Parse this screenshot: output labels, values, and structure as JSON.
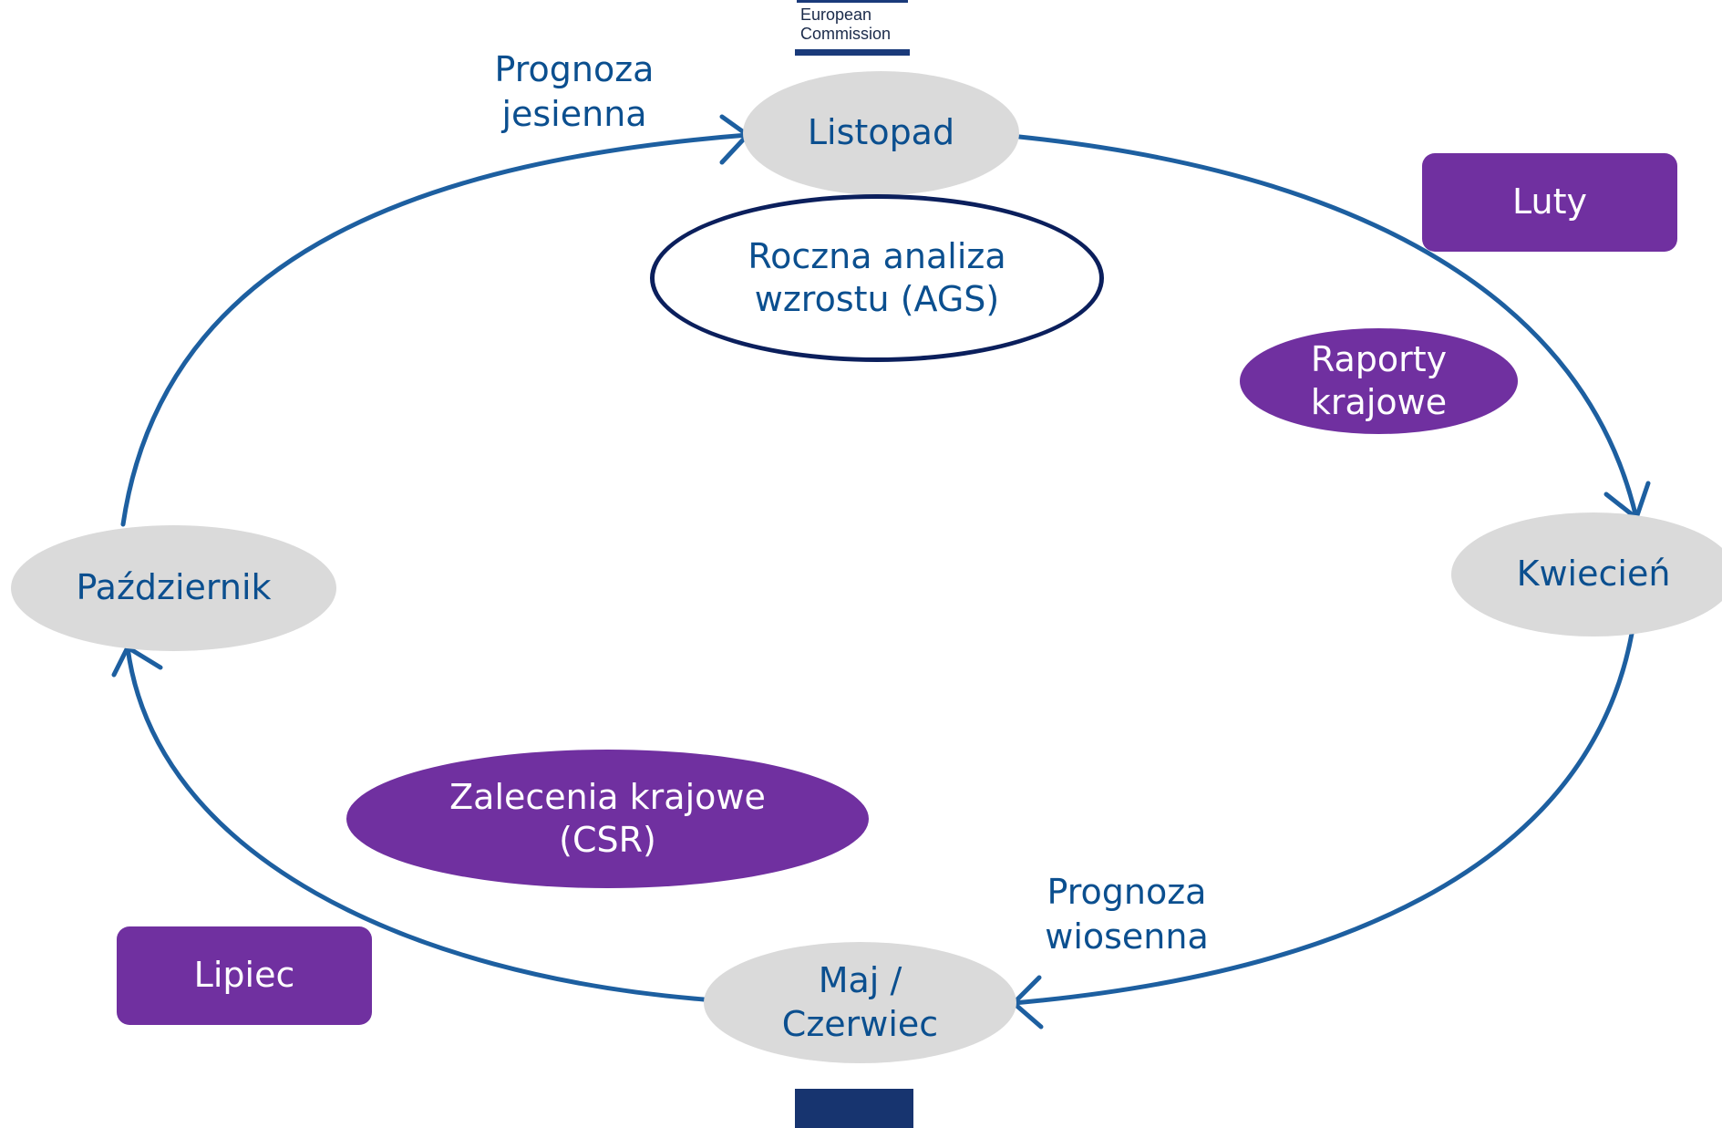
{
  "logo": {
    "line1": "European",
    "line2": "Commission"
  },
  "nodes": {
    "listopad": "Listopad",
    "kwiecien": "Kwiecień",
    "maj_czerwiec_line1": "Maj /",
    "maj_czerwiec_line2": "Czerwiec",
    "pazdziernik": "Październik"
  },
  "labels": {
    "autumn_line1": "Prognoza",
    "autumn_line2": "jesienna",
    "spring_line1": "Prognoza",
    "spring_line2": "wiosenna"
  },
  "center_items": {
    "ags_line1": "Roczna analiza",
    "ags_line2": "wzrostu (AGS)",
    "reports_line1": "Raporty",
    "reports_line2": "krajowe",
    "csr_line1": "Zalecenia krajowe",
    "csr_line2": "(CSR)"
  },
  "months": {
    "luty": "Luty",
    "lipiec": "Lipiec"
  },
  "colors": {
    "arrow_blue": "#1d5fa0",
    "purple": "#7030a0",
    "grey": "#dadada",
    "text_blue": "#0b4f8f",
    "navy": "#1a3a7a"
  }
}
